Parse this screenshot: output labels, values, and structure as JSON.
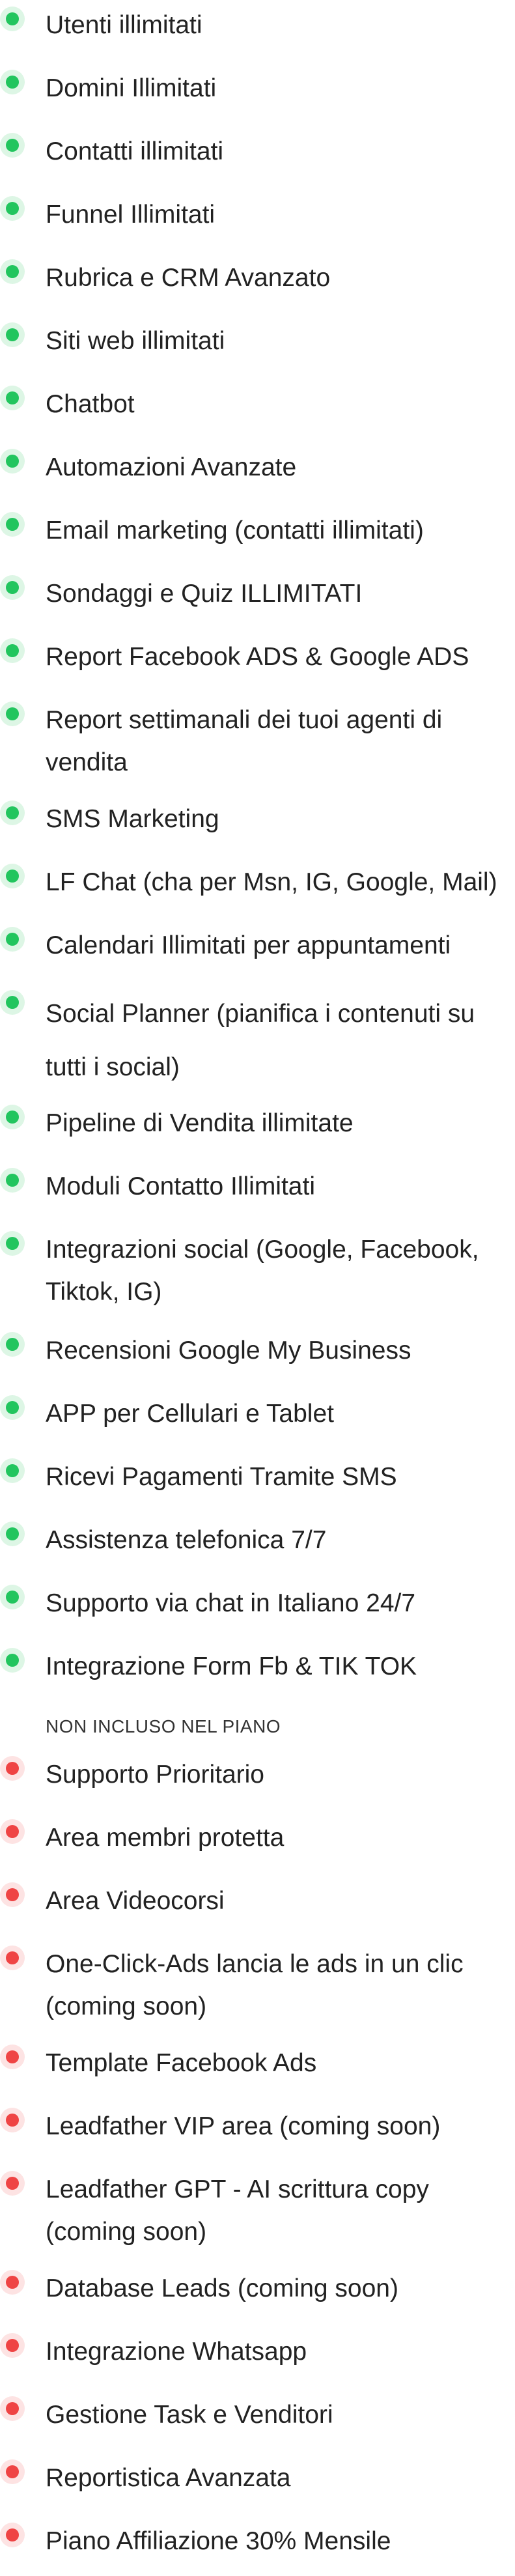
{
  "colors": {
    "included_dot": "#22c55e",
    "included_halo": "#ddf6e5",
    "excluded_dot": "#ef4444",
    "excluded_halo": "#fde3e3",
    "text": "#222222"
  },
  "included": [
    "Utenti illimitati",
    "Domini Illimitati",
    "Contatti illimitati",
    "Funnel Illimitati",
    "Rubrica e CRM Avanzato",
    "Siti web illimitati",
    "Chatbot",
    "Automazioni Avanzate",
    "Email marketing (contatti illimitati)",
    "Sondaggi e Quiz ILLIMITATI",
    "Report Facebook ADS & Google ADS",
    "Report settimanali dei tuoi agenti di vendita",
    "SMS Marketing",
    "LF Chat (cha per Msn, IG, Google, Mail)",
    "Calendari Illimitati per appuntamenti",
    "Social Planner (pianifica i contenuti su tutti i social)",
    "Pipeline di Vendita illimitate",
    "Moduli Contatto Illimitati",
    "Integrazioni social (Google, Facebook, Tiktok, IG)",
    "Recensioni Google My Business",
    "APP per Cellulari e Tablet",
    "Ricevi Pagamenti Tramite SMS",
    "Assistenza telefonica 7/7",
    "Supporto via chat in Italiano 24/7",
    "Integrazione Form Fb & TIK TOK"
  ],
  "excluded_heading": "NON INCLUSO NEL PIANO",
  "excluded": [
    "Supporto Prioritario",
    "Area membri protetta",
    "Area Videocorsi",
    "One-Click-Ads lancia le ads in un clic (coming soon)",
    "Template Facebook Ads",
    "Leadfather VIP area (coming soon)",
    "Leadfather GPT - AI scrittura copy (coming soon)",
    "Database Leads (coming soon)",
    "Integrazione Whatsapp",
    "Gestione Task e Venditori",
    "Reportistica Avanzata",
    "Piano Affiliazione 30% Mensile"
  ]
}
